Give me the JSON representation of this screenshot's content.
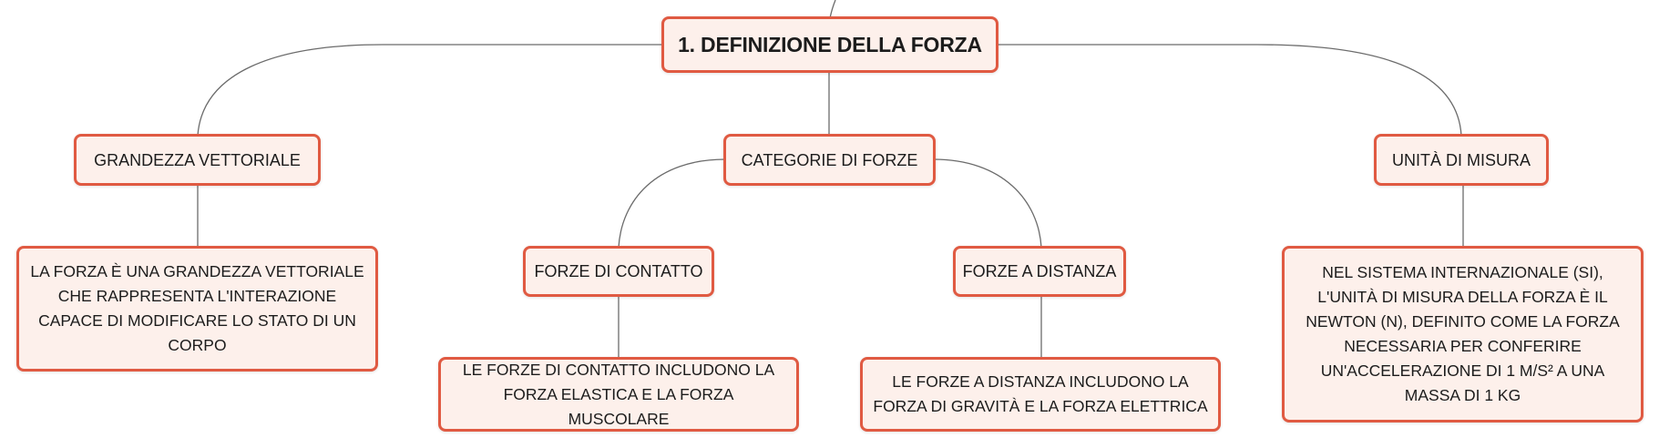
{
  "diagram": {
    "root": {
      "label": "1. DEFINIZIONE DELLA FORZA"
    },
    "branches": {
      "vettoriale": {
        "label": "GRANDEZZA VETTORIALE",
        "detail": "LA FORZA È UNA GRANDEZZA VETTORIALE CHE RAPPRESENTA L'INTERAZIONE CAPACE DI MODIFICARE LO STATO DI UN CORPO"
      },
      "categorie": {
        "label": "CATEGORIE DI FORZE",
        "contatto": {
          "label": "FORZE DI CONTATTO",
          "detail": "LE FORZE DI CONTATTO INCLUDONO LA FORZA ELASTICA E LA FORZA MUSCOLARE"
        },
        "distanza": {
          "label": "FORZE A DISTANZA",
          "detail": "LE FORZE A DISTANZA INCLUDONO LA FORZA DI GRAVITÀ E LA FORZA ELETTRICA"
        }
      },
      "unita": {
        "label": "UNITÀ DI MISURA",
        "detail": "NEL SISTEMA INTERNAZIONALE (SI), L'UNITÀ DI MISURA DELLA FORZA È IL NEWTON (N), DEFINITO COME LA FORZA NECESSARIA PER CONFERIRE UN'ACCELERAZIONE DI 1 M/S² A UNA MASSA DI 1 KG"
      }
    }
  },
  "colors": {
    "node_border": "#e05a42",
    "node_fill": "#fdf0eb",
    "connector": "#6b6b6b",
    "text": "#1c1c1c"
  }
}
